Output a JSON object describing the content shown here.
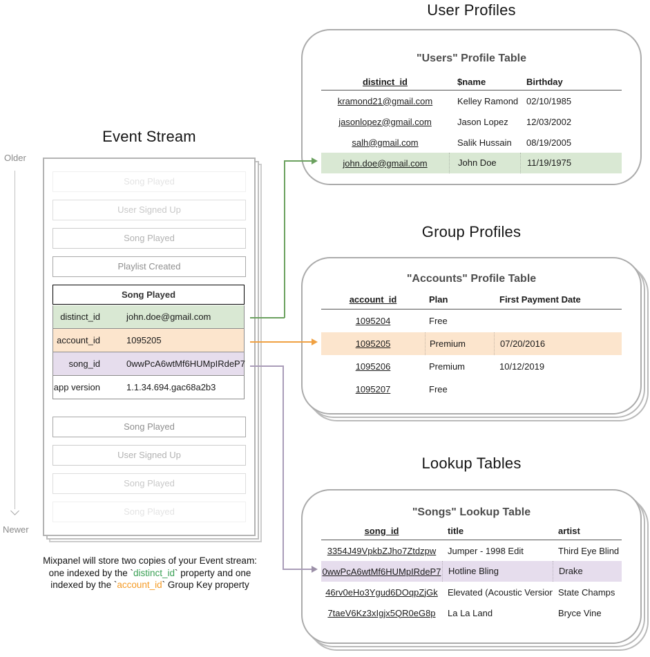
{
  "palette": {
    "green_highlight": "#d9e8d3",
    "orange_highlight": "#fce5cd",
    "purple_highlight": "#e6dded",
    "green_line": "#6ba15f",
    "orange_line": "#f0a142",
    "purple_line": "#a99cb8",
    "caption_green": "#3aa055",
    "caption_orange": "#f59b25"
  },
  "event_stream": {
    "title": "Event Stream",
    "older": "Older",
    "newer": "Newer",
    "before": [
      "Song Played",
      "User Signed Up",
      "Song Played",
      "Playlist Created"
    ],
    "selected": {
      "name": "Song Played",
      "props": [
        {
          "key": "distinct_id",
          "value": "john.doe@gmail.com",
          "highlight": "green"
        },
        {
          "key": "account_id",
          "value": "1095205",
          "highlight": "orange"
        },
        {
          "key": "song_id",
          "value": "0wwPcA6wtMf6HUMpIRdeP7",
          "highlight": "purple"
        },
        {
          "key": "app version",
          "value": "1.1.34.694.gac68a2b3",
          "highlight": "none"
        }
      ]
    },
    "after": [
      "Song Played",
      "User Signed Up",
      "Song Played",
      "Song Played"
    ]
  },
  "caption": {
    "line1": "Mixpanel will store two copies of your Event stream:",
    "l2a": "one indexed by the `",
    "l2b": "distinct_id",
    "l2c": "` property and one",
    "l3a": "indexed by the `",
    "l3b": "account_id",
    "l3c": "` Group Key property"
  },
  "user_profiles": {
    "section_title": "User Profiles",
    "table_title": "\"Users\" Profile Table",
    "headers": [
      "distinct_id",
      "$name",
      "Birthday"
    ],
    "rows": [
      [
        "kramond21@gmail.com",
        "Kelley Ramond",
        "02/10/1985"
      ],
      [
        "jasonlopez@gmail.com",
        "Jason Lopez",
        "12/03/2002"
      ],
      [
        "salh@gmail.com",
        "Salik Hussain",
        "08/19/2005"
      ],
      [
        "john.doe@gmail.com",
        "John Doe",
        "11/19/1975"
      ]
    ],
    "highlighted_row_index": 3
  },
  "group_profiles": {
    "section_title": "Group Profiles",
    "table_title": "\"Accounts\" Profile Table",
    "headers": [
      "account_id",
      "Plan",
      "First Payment Date"
    ],
    "rows": [
      [
        "1095204",
        "Free",
        ""
      ],
      [
        "1095205",
        "Premium",
        "07/20/2016"
      ],
      [
        "1095206",
        "Premium",
        "10/12/2019"
      ],
      [
        "1095207",
        "Free",
        ""
      ]
    ],
    "highlighted_row_index": 1
  },
  "lookup_tables": {
    "section_title": "Lookup Tables",
    "table_title": "\"Songs\" Lookup Table",
    "headers": [
      "song_id",
      "title",
      "artist"
    ],
    "rows": [
      [
        "3354J49VpkbZJho7Ztdzpw",
        "Jumper - 1998 Edit",
        "Third Eye Blind"
      ],
      [
        "0wwPcA6wtMf6HUMpIRdeP7",
        "Hotline Bling",
        "Drake"
      ],
      [
        "46rv0eHo3Ygud6DOqpZjGk",
        "Elevated (Acoustic Version)",
        "State Champs"
      ],
      [
        "7taeV6Kz3xIgjx5QR0eG8p",
        "La La Land",
        "Bryce Vine"
      ]
    ],
    "highlighted_row_index": 1
  }
}
